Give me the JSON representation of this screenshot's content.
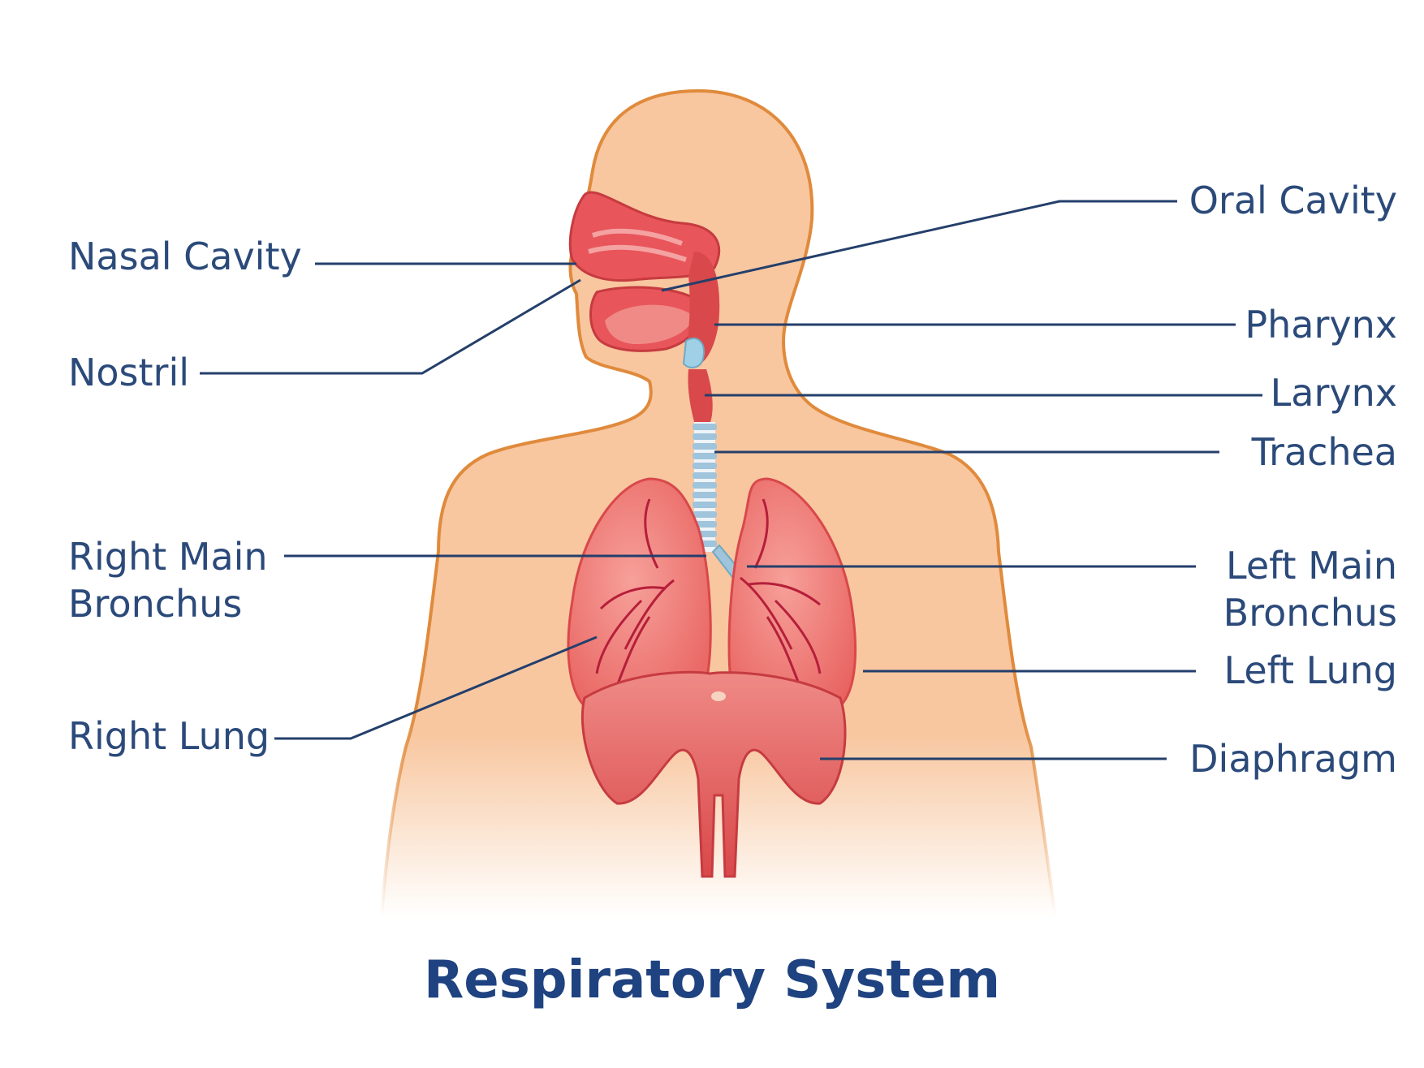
{
  "title": "Respiratory System",
  "colors": {
    "label_text": "#2b4a7a",
    "title_text": "#1f4280",
    "leader_line": "#243f6b",
    "skin": "#f8c7a0",
    "skin_outline": "#e08a3c",
    "lung": "#ef7b78",
    "lung_dark": "#d9484a",
    "vessel": "#b51f3a",
    "trachea_ring": "#9fc4dc",
    "trachea_gap": "#eef4f8",
    "nasal": "#e8555a",
    "mouth_pink": "#f4a2a2"
  },
  "labels": {
    "nasal_cavity": "Nasal Cavity",
    "nostril": "Nostril",
    "right_main_bronchus_line1": "Right Main",
    "right_main_bronchus_line2": "Bronchus",
    "right_lung": "Right Lung",
    "oral_cavity": "Oral Cavity",
    "pharynx": "Pharynx",
    "larynx": "Larynx",
    "trachea": "Trachea",
    "left_main_bronchus_line1": "Left Main",
    "left_main_bronchus_line2": "Bronchus",
    "left_lung": "Left Lung",
    "diaphragm": "Diaphragm"
  },
  "icons": {
    "figure": "human-torso-illustration",
    "lungs": "lungs-illustration",
    "trachea": "trachea-illustration",
    "diaphragm": "diaphragm-illustration"
  }
}
